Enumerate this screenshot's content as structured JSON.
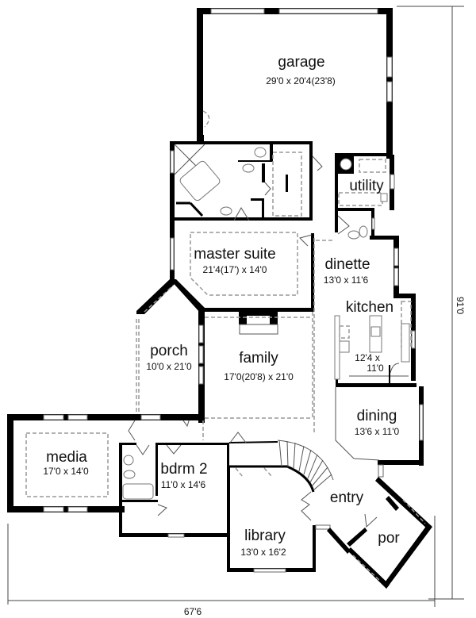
{
  "plan": {
    "rooms": {
      "garage": {
        "name": "garage",
        "dims": "29'0 x 20'4(23'8)"
      },
      "utility": {
        "name": "utility"
      },
      "master_suite": {
        "name": "master suite",
        "dims": "21'4(17') x 14'0"
      },
      "dinette": {
        "name": "dinette",
        "dims": "13'0 x 11'6"
      },
      "kitchen": {
        "name": "kitchen",
        "dims_line1": "12'4 x",
        "dims_line2": "11'0"
      },
      "porch": {
        "name": "porch",
        "dims": "10'0 x 21'0"
      },
      "family": {
        "name": "family",
        "dims": "17'0(20'8) x 21'0"
      },
      "dining": {
        "name": "dining",
        "dims": "13'6 x 11'0"
      },
      "media": {
        "name": "media",
        "dims": "17'0 x 14'0"
      },
      "bdrm2": {
        "name": "bdrm 2",
        "dims": "11'0 x 14'6"
      },
      "entry": {
        "name": "entry"
      },
      "library": {
        "name": "library",
        "dims": "13'0 x 16'2"
      },
      "por": {
        "name": "por"
      }
    },
    "overall": {
      "width": "67'6",
      "depth": "91'0"
    },
    "colors": {
      "wall": "#000000",
      "background": "#ffffff",
      "dashed": "#999999"
    }
  }
}
